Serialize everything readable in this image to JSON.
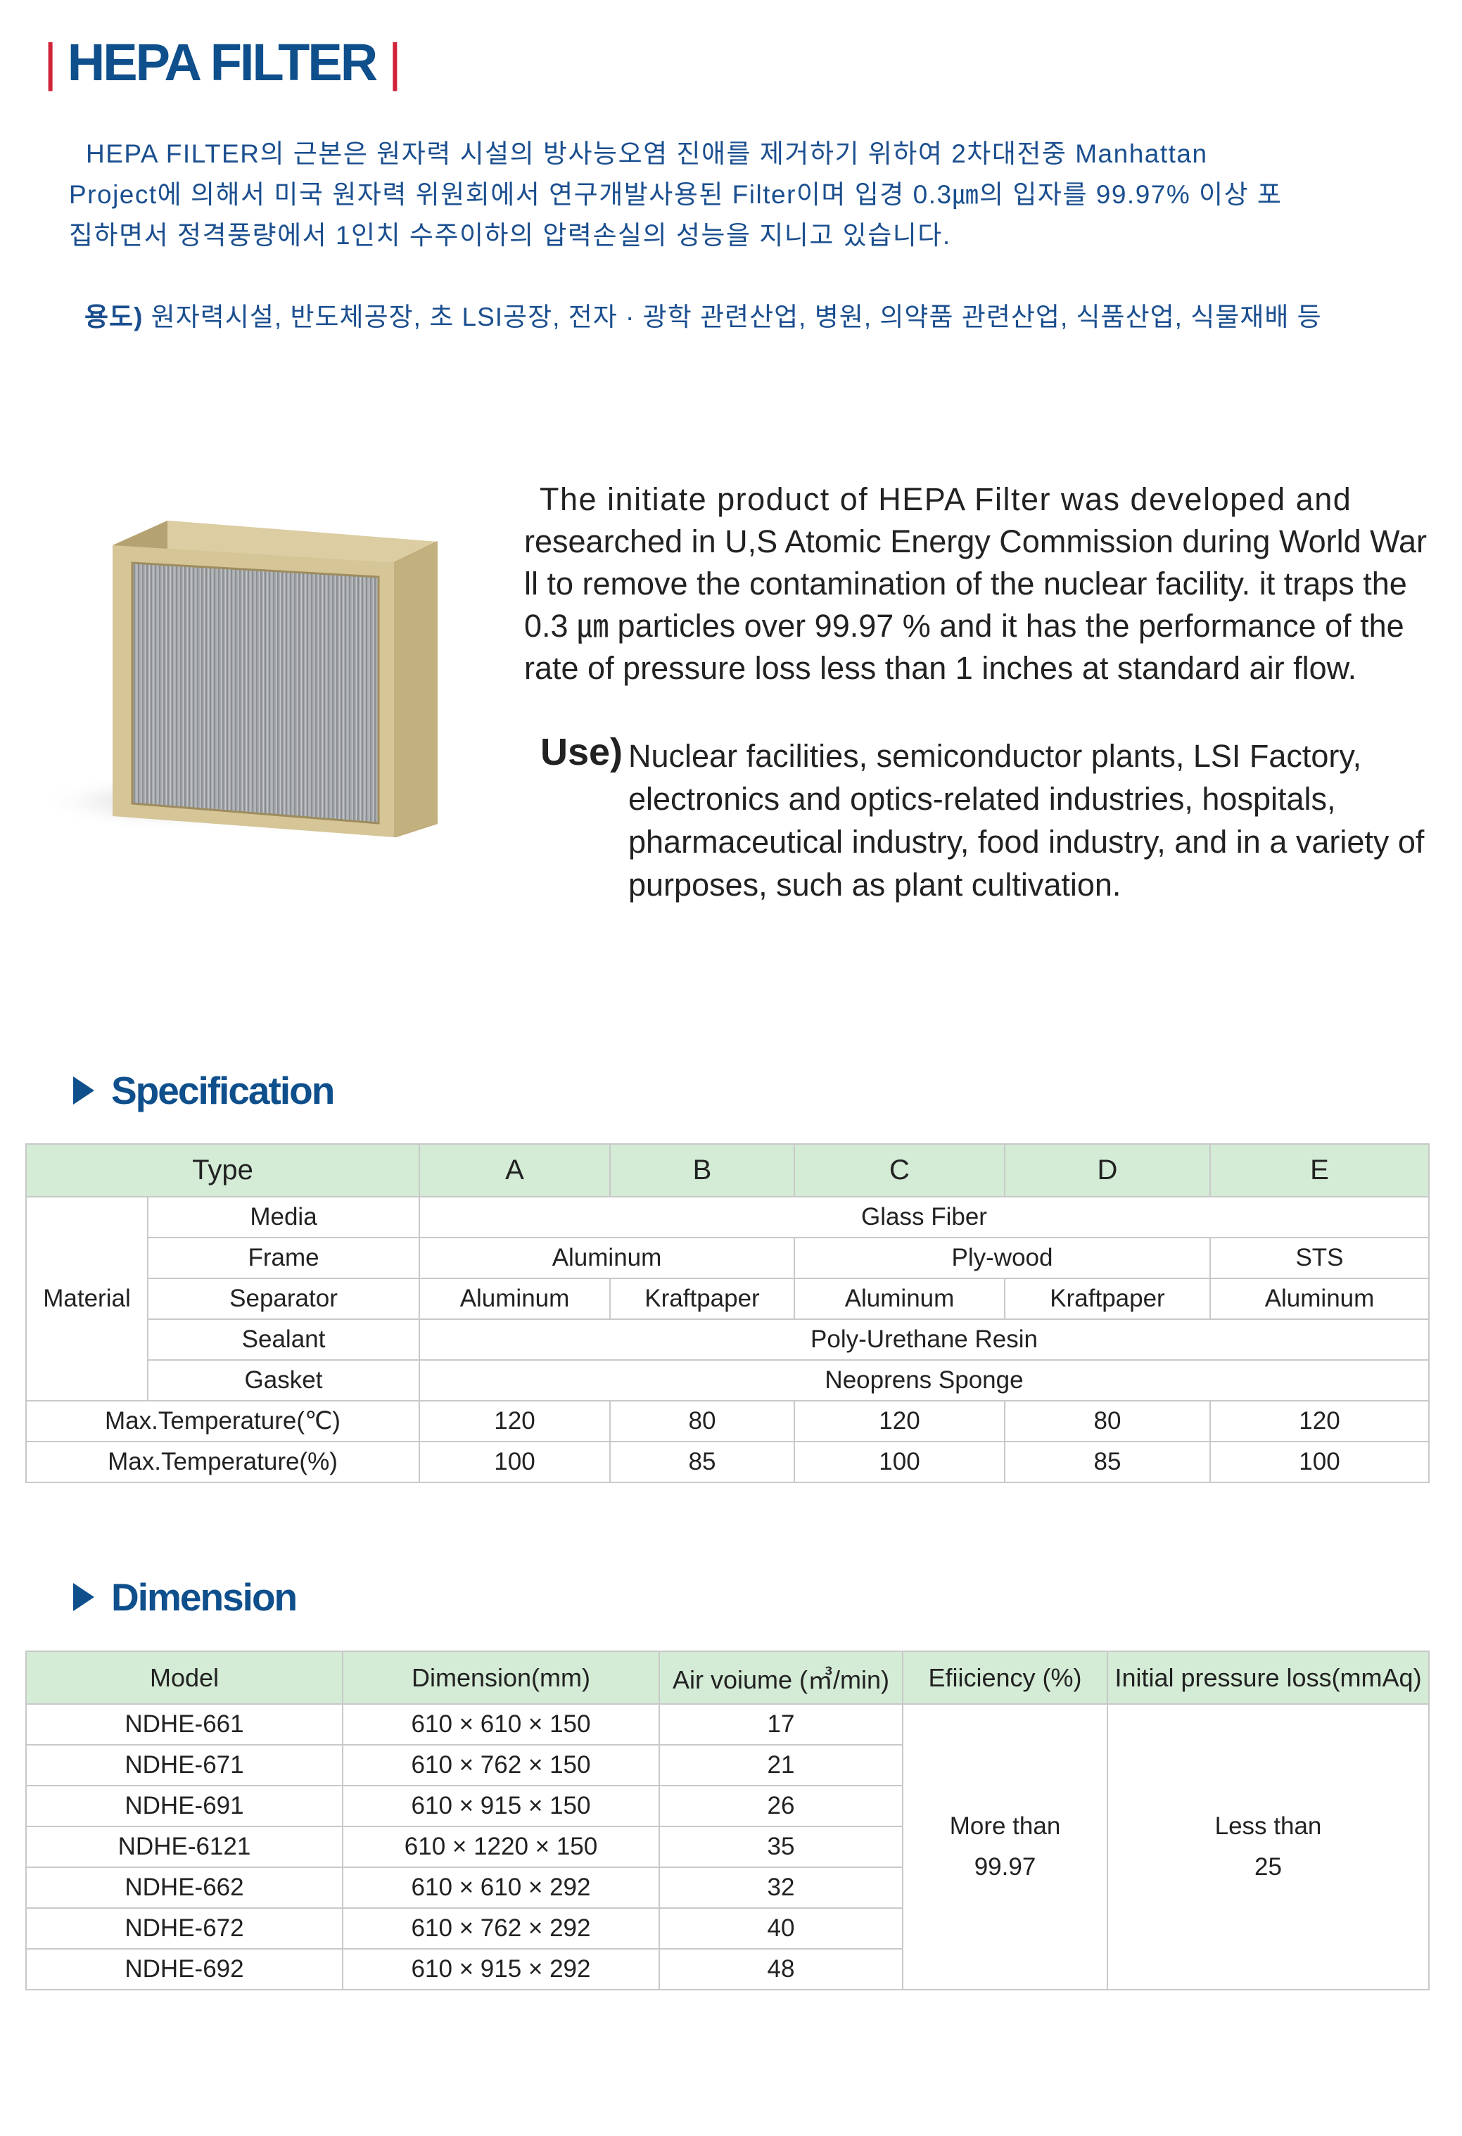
{
  "title": {
    "bar_left": "|",
    "text": "HEPA FILTER",
    "bar_right": "|"
  },
  "korean": {
    "intro_line1": "HEPA FILTER의 근본은 원자력 시설의 방사능오염 진애를 제거하기 위하여 2차대전중 Manhattan",
    "intro_line2": "Project에 의해서 미국 원자력 위원회에서 연구개발사용된 Filter이며 입경 0.3㎛의 입자를 99.97% 이상 포",
    "intro_line3": "집하면서 정격풍량에서 1인치 수주이하의 압력손실의 성능을 지니고 있습니다.",
    "use_label": "용도)",
    "use_text": " 원자력시설, 반도체공장, 초 LSI공장, 전자 · 광학 관련산업, 병원, 의약품 관련산업, 식품산업, 식물재배 등"
  },
  "english": {
    "intro_line1": "The initiate product of HEPA Filter was developed and",
    "intro_line2": "researched in U,S Atomic Energy Commission during World War",
    "intro_line3": "ll to remove the contamination of the nuclear facility. it traps the",
    "intro_line4": "0.3 ㎛ particles over 99.97 % and it has the performance of the",
    "intro_line5": "rate of pressure loss less than 1 inches at standard air flow.",
    "use_label": "Use)",
    "use_line1": "Nuclear facilities, semiconductor plants, LSI Factory,",
    "use_line2": "electronics and optics-related industries, hospitals,",
    "use_line3": "pharmaceutical industry, food industry, and in a variety of",
    "use_line4": "purposes, such as plant cultivation."
  },
  "image": {
    "icon": "hepa-filter-unit"
  },
  "specification": {
    "heading": "Specification",
    "headers": [
      "Type",
      "A",
      "B",
      "C",
      "D",
      "E"
    ],
    "material_label": "Material",
    "rows": {
      "media": {
        "label": "Media",
        "value": "Glass Fiber"
      },
      "frame": {
        "label": "Frame",
        "ab": "Aluminum",
        "cd": "Ply-wood",
        "e": "STS"
      },
      "separator": {
        "label": "Separator",
        "values": [
          "Aluminum",
          "Kraftpaper",
          "Aluminum",
          "Kraftpaper",
          "Aluminum"
        ]
      },
      "sealant": {
        "label": "Sealant",
        "value": "Poly-Urethane Resin"
      },
      "gasket": {
        "label": "Gasket",
        "value": "Neoprens Sponge"
      },
      "max_temp_c": {
        "label": "Max.Temperature(℃)",
        "values": [
          "120",
          "80",
          "120",
          "80",
          "120"
        ]
      },
      "max_temp_pct": {
        "label": "Max.Temperature(%)",
        "values": [
          "100",
          "85",
          "100",
          "85",
          "100"
        ]
      }
    }
  },
  "dimension": {
    "heading": "Dimension",
    "headers": [
      "Model",
      "Dimension(mm)",
      "Air voiume (㎥/min)",
      "Efiiciency (%)",
      "Initial pressure loss(mmAq)"
    ],
    "rows": [
      {
        "model": "NDHE-661",
        "dimension": "610 × 610 × 150",
        "air": "17"
      },
      {
        "model": "NDHE-671",
        "dimension": "610 × 762 × 150",
        "air": "21"
      },
      {
        "model": "NDHE-691",
        "dimension": "610 × 915 × 150",
        "air": "26"
      },
      {
        "model": "NDHE-6121",
        "dimension": "610 × 1220 × 150",
        "air": "35"
      },
      {
        "model": "NDHE-662",
        "dimension": "610 × 610 × 292",
        "air": "32"
      },
      {
        "model": "NDHE-672",
        "dimension": "610 × 762 × 292",
        "air": "40"
      },
      {
        "model": "NDHE-692",
        "dimension": "610 × 915 × 292",
        "air": "48"
      }
    ],
    "efficiency_line1": "More than",
    "efficiency_line2": "99.97",
    "pressure_line1": "Less than",
    "pressure_line2": "25"
  },
  "colors": {
    "brand_blue": "#0e4f8c",
    "accent_red": "#d0233a",
    "table_header_green": "#d4ebd6"
  }
}
